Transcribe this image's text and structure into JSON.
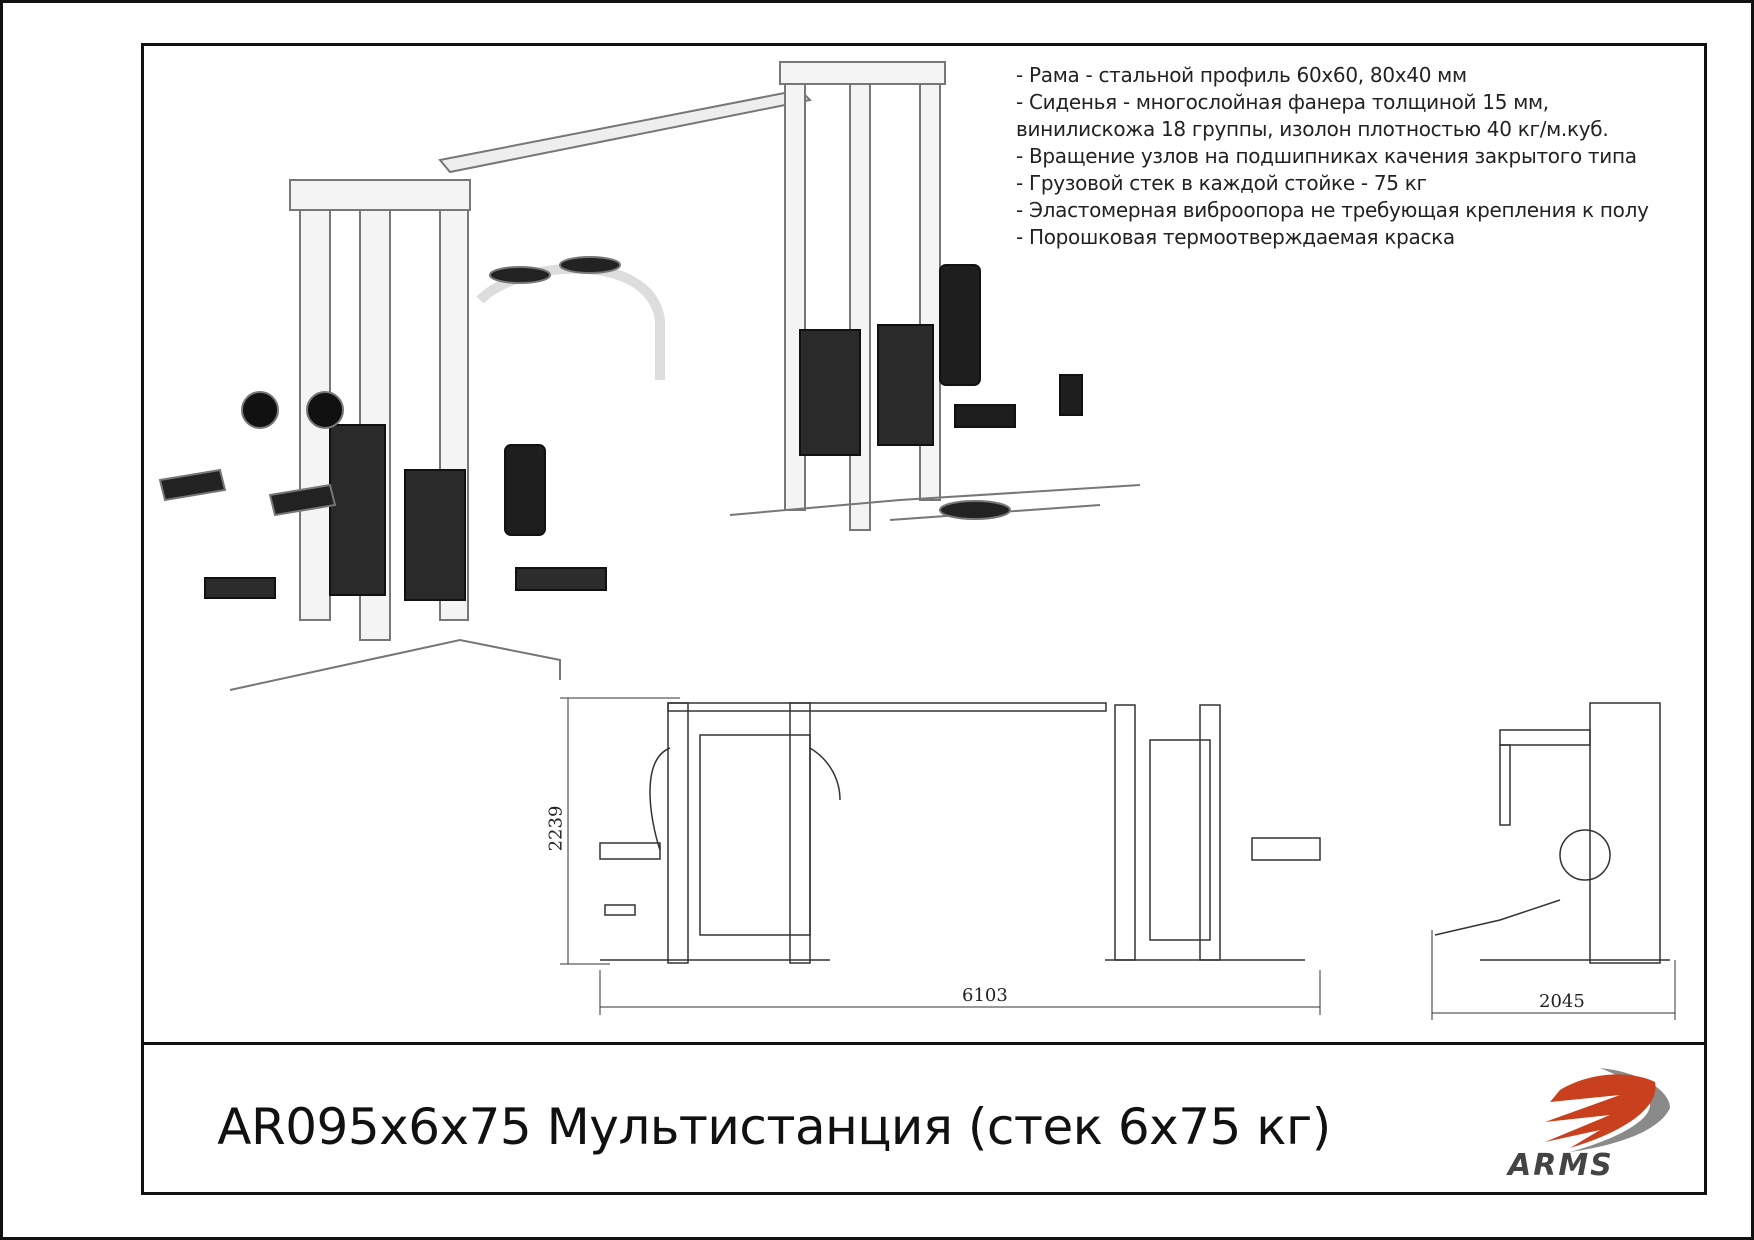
{
  "specs": [
    "- Рама - стальной профиль 60х60, 80х40 мм",
    "- Сиденья - многослойная фанера толщиной 15 мм,",
    "винилискожа 18 группы, изолон плотностью 40 кг/м.куб.",
    "- Вращение узлов на подшипниках качения закрытого типа",
    "- Грузовой стек в каждой стойке - 75 кг",
    "- Эластомерная виброопора не требующая крепления к полу",
    "- Порошковая термоотверждаемая краска"
  ],
  "dimensions": {
    "height": "2239",
    "width": "6103",
    "depth": "2045"
  },
  "title": "AR095х6х75 Мультистанция (стек 6х75 кг)",
  "logo": {
    "text": "ARMS",
    "color": "#c8401e",
    "secondary": "#8a8a8a"
  }
}
